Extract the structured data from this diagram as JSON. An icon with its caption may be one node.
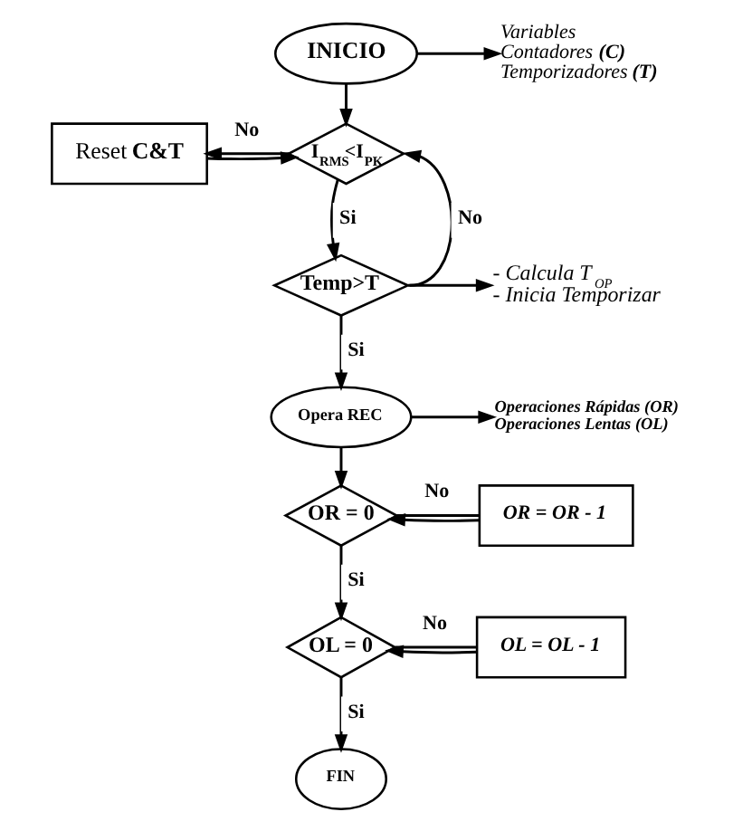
{
  "diagram": {
    "nodes": [
      {
        "text": [
          "INICIO"
        ]
      },
      {
        "text": [
          "Variables",
          "Contadores **(C)**",
          "Temporizadores **(T)**"
        ]
      },
      {
        "text": [
          "Reset **C&T**"
        ]
      },
      {
        "text": [
          "I$_{RMS}$<I$_{PK}$"
        ]
      },
      {
        "text": [
          "- Calcula T$_{OP}$",
          "- Inicia Temporizar"
        ]
      },
      {
        "text": [
          "Temp>T"
        ]
      },
      {
        "text": [
          "Opera REC"
        ]
      },
      {
        "text": [
          "Operaciones Rápidas (OR)",
          "Operaciones Lentas (OL)"
        ]
      },
      {
        "text": [
          "OR = OR - 1"
        ]
      },
      {
        "text": [
          "OR = 0"
        ]
      },
      {
        "text": [
          "OL = OL - 1"
        ]
      },
      {
        "text": [
          "OL = 0"
        ]
      },
      {
        "text": [
          "FIN"
        ]
      }
    ],
    "edges": [
      {
        "from": 0,
        "to": 1,
        "arrow": "to"
      },
      {
        "from": 0,
        "to": 3,
        "arrow": "to"
      },
      {
        "from": 3,
        "to": 2,
        "arrow": "to",
        "label": "No"
      },
      {
        "from": 2,
        "to": 3,
        "arrow": "to"
      },
      {
        "from": 3,
        "to": 5,
        "arrow": "to",
        "label": "Si"
      },
      {
        "from": 5,
        "to": 3,
        "arrow": "to",
        "label": "No"
      },
      {
        "from": 5,
        "to": 4,
        "arrow": "to"
      },
      {
        "from": 5,
        "to": 6,
        "arrow": "to",
        "label": "Si"
      },
      {
        "from": 6,
        "to": 7,
        "arrow": "to"
      },
      {
        "from": 6,
        "to": 9,
        "arrow": "to"
      },
      {
        "from": 9,
        "to": 8,
        "arrow": "none",
        "label": "No"
      },
      {
        "from": 8,
        "to": 9,
        "arrow": "to"
      },
      {
        "from": 9,
        "to": 11,
        "arrow": "to",
        "label": "Si"
      },
      {
        "from": 11,
        "to": 10,
        "arrow": "none",
        "label": "No"
      },
      {
        "from": 10,
        "to": 11,
        "arrow": "to"
      },
      {
        "from": 11,
        "to": 12,
        "arrow": "to",
        "label": "Si"
      }
    ]
  }
}
